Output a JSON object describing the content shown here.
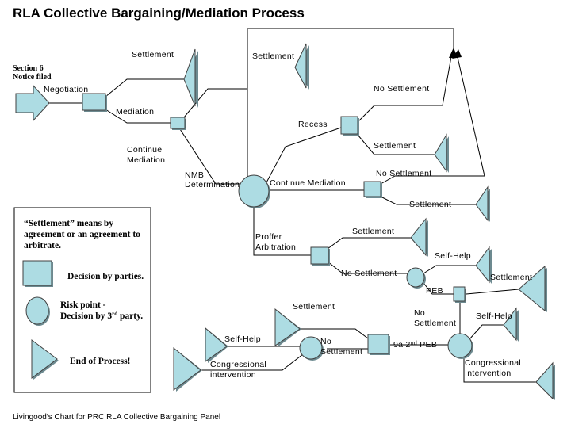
{
  "document": {
    "title": "RLA Collective Bargaining/Mediation Process",
    "caption": "Livingood's Chart for PRC RLA Collective Bargaining Panel",
    "entry_label_line1": "Section 6",
    "entry_label_line2": "Notice filed"
  },
  "colors": {
    "shape_fill": "#ADDCE3",
    "shape_stroke": "#404040",
    "shape_shadow": "#6d8a90",
    "line": "#000000",
    "background": "#ffffff"
  },
  "legend": {
    "note": "“Settlement” means by agreement or an agreement to arbitrate.",
    "note_line1": "“Settlement” means by",
    "note_line2": "agreement or an agreement to",
    "note_line3": "arbitrate.",
    "items": [
      {
        "shape": "square",
        "label": "Decision by parties."
      },
      {
        "shape": "circle",
        "label_line1": "Risk point  -",
        "label_line2_a": "Decision by 3",
        "label_line2_sup": "rd",
        "label_line2_b": " party."
      },
      {
        "shape": "triangle",
        "label": "End of Process!"
      }
    ]
  },
  "flow_labels": {
    "negotiation": "Negotiation",
    "settlement_top": "Settlement",
    "mediation": "Mediation",
    "continue_mediation_1a": "Continue",
    "continue_mediation_1b": "Mediation",
    "nmb_determination_a": "NMB",
    "nmb_determination_b": "Determination",
    "settlement_box_top": "Settlement",
    "recess": "Recess",
    "no_settlement_recess": "No Settlement",
    "settlement_recess": "Settlement",
    "continue_mediation_2": "Continue Mediation",
    "no_settlement_cm": "No Settlement",
    "settlement_cm": "Settlement",
    "proffer_a": "Proffer",
    "proffer_b": "Arbitration",
    "settlement_proffer": "Settlement",
    "no_settlement_proffer": "No Settlement",
    "self_help_peb1": "Self-Help",
    "peb1": "PEB",
    "settlement_peb1": "Settlement",
    "no_settlement_peb1_a": "No",
    "no_settlement_peb1_b": "Settlement",
    "self_help_peb2": "Self-Help",
    "congressional_a": "Congressional",
    "congressional_b": "Intervention",
    "second_peb_a": "9a 2",
    "second_peb_sup": "nd",
    "second_peb_b": " PEB",
    "settlement_bl": "Settlement",
    "no_settlement_bl_a": "No",
    "no_settlement_bl_b": "Settlement",
    "self_help_bl": "Self-Help",
    "congressional_bl_a": "Congressional",
    "congressional_bl_b": "intervention"
  }
}
